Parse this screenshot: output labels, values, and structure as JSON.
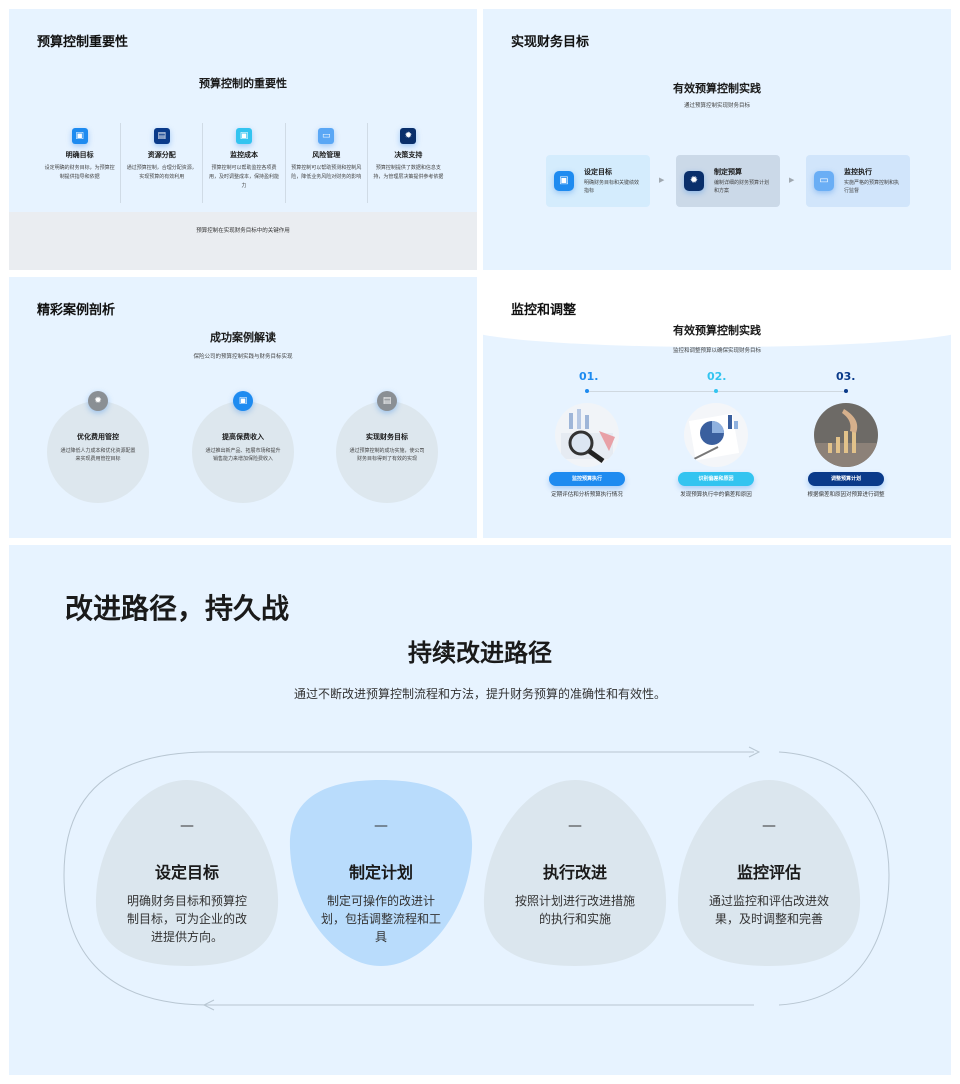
{
  "slide1": {
    "title": "预算控制重要性",
    "subtitle": "预算控制的重要性",
    "items": [
      {
        "title": "明确目标",
        "text": "设定明确的财务目标，为预算控制提供指导和依据",
        "icon": "image-icon"
      },
      {
        "title": "资源分配",
        "text": "通过预算控制，合理分配资源，实现预算的有效利用",
        "icon": "folder-icon"
      },
      {
        "title": "监控成本",
        "text": "预算控制可以帮助监控各项费用，及时调整成本，保持盈利能力",
        "icon": "image-icon"
      },
      {
        "title": "风险管理",
        "text": "预算控制可以帮助预测和控制风险，降低业务风险对财务的影响",
        "icon": "chat-icon"
      },
      {
        "title": "决策支持",
        "text": "预算控制提供了数据和信息支持，为管理层决策提供参考依据",
        "icon": "gear-icon"
      }
    ],
    "footer": "预算控制在实现财务目标中的关键作用"
  },
  "slide2": {
    "title": "实现财务目标",
    "subtitle": "有效预算控制实践",
    "subtitle2": "通过预算控制实现财务目标",
    "cards": [
      {
        "title": "设定目标",
        "text": "明确财务目标和关键绩效指标",
        "icon": "image-icon"
      },
      {
        "title": "制定预算",
        "text": "编制详细的财务预算计划和方案",
        "icon": "gear-icon"
      },
      {
        "title": "监控执行",
        "text": "实施严格的预算控制和执行监督",
        "icon": "chat-icon"
      }
    ]
  },
  "slide3": {
    "title": "精彩案例剖析",
    "subtitle": "成功案例解读",
    "subtitle2": "保险公司的预算控制实践与财务目标实现",
    "circles": [
      {
        "title": "优化费用管控",
        "text": "通过降低人力成本和优化资源配置来实现费用管控目标",
        "icon": "gear-icon"
      },
      {
        "title": "提高保费收入",
        "text": "通过推出新产品、拓展市场和提升销售能力来增加保险费收入",
        "icon": "image-icon"
      },
      {
        "title": "实现财务目标",
        "text": "通过预算控制的成功实施，使公司财务目标得到了有效的实现",
        "icon": "folder-icon"
      }
    ]
  },
  "slide4": {
    "title": "监控和调整",
    "subtitle": "有效预算控制实践",
    "subtitle2": "监控和调整预算以确保实现财务目标",
    "steps": [
      {
        "num": "01.",
        "label": "监控预算执行",
        "text": "定期评估和分析预算执行情况"
      },
      {
        "num": "02.",
        "label": "识别偏差和原因",
        "text": "发现预算执行中的偏差和原因"
      },
      {
        "num": "03.",
        "label": "调整预算计划",
        "text": "根据偏差和原因对预算进行调整"
      }
    ]
  },
  "slide5": {
    "title": "改进路径，持久战",
    "subtitle": "持续改进路径",
    "subtitle2": "通过不断改进预算控制流程和方法，提升财务预算的准确性和有效性。",
    "steps": [
      {
        "dash": "—",
        "title": "设定目标",
        "text": "明确财务目标和预算控制目标，可为企业的改进提供方向。"
      },
      {
        "dash": "—",
        "title": "制定计划",
        "text": "制定可操作的改进计划，包括调整流程和工具"
      },
      {
        "dash": "—",
        "title": "执行改进",
        "text": "按照计划进行改进措施的执行和实施"
      },
      {
        "dash": "—",
        "title": "监控评估",
        "text": "通过监控和评估改进效果，及时调整和完善"
      }
    ]
  },
  "colors": {
    "slide_bg": "#e7f3ff",
    "accent_blue": "#1e8bf0",
    "dark_blue": "#0a3a8a",
    "cyan": "#33c4f0",
    "highlight_blob": "#b9dcfc",
    "blob_grey": "#dbe6ee"
  }
}
